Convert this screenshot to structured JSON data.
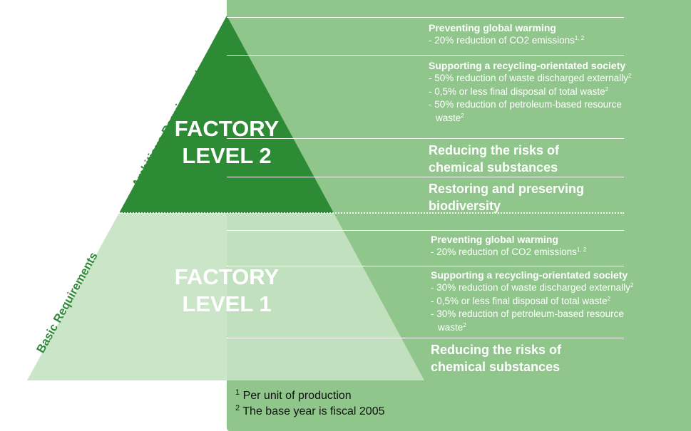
{
  "colors": {
    "panel_green": "#90c68c",
    "level2_green": "#2e8b35",
    "level1_green": "#c5e3c2",
    "label_green": "#2e8b35"
  },
  "pyramid": {
    "level2_title_line1": "FACTORY",
    "level2_title_line2": "LEVEL 2",
    "level1_title_line1": "FACTORY",
    "level1_title_line2": "LEVEL 1",
    "ambitious_label": "Ambitious Requirements",
    "basic_label": "Basic Requirements"
  },
  "level2": {
    "warming_heading": "Preventing global warming",
    "warming_item": "- 20% reduction of CO2 emissions",
    "warming_sup": "1, 2",
    "recycling_heading": "Supporting a recycling-orientated society",
    "recycling_item1": "- 50% reduction of waste discharged externally",
    "recycling_item1_sup": "2",
    "recycling_item2": "- 0,5% or less final disposal of total waste",
    "recycling_item2_sup": "2",
    "recycling_item3_a": "- 50% reduction of petroleum-based resource",
    "recycling_item3_b": "waste",
    "recycling_item3_sup": "2",
    "chemical": "Reducing the risks of chemical substances",
    "biodiversity": "Restoring and preserving biodiversity"
  },
  "level1": {
    "warming_heading": "Preventing global warming",
    "warming_item": "- 20% reduction of CO2 emissions",
    "warming_sup": "1, 2",
    "recycling_heading": "Supporting a recycling-orientated society",
    "recycling_item1": "- 30% reduction of waste discharged externally",
    "recycling_item1_sup": "2",
    "recycling_item2": "- 0,5% or less final disposal of total waste",
    "recycling_item2_sup": "2",
    "recycling_item3_a": "- 30% reduction of petroleum-based resource",
    "recycling_item3_b": "waste",
    "recycling_item3_sup": "2",
    "chemical": "Reducing the risks of chemical substances"
  },
  "footnotes": [
    {
      "num": "1",
      "text": "Per unit of production"
    },
    {
      "num": "2",
      "text": "The base year is fiscal 2005"
    }
  ]
}
